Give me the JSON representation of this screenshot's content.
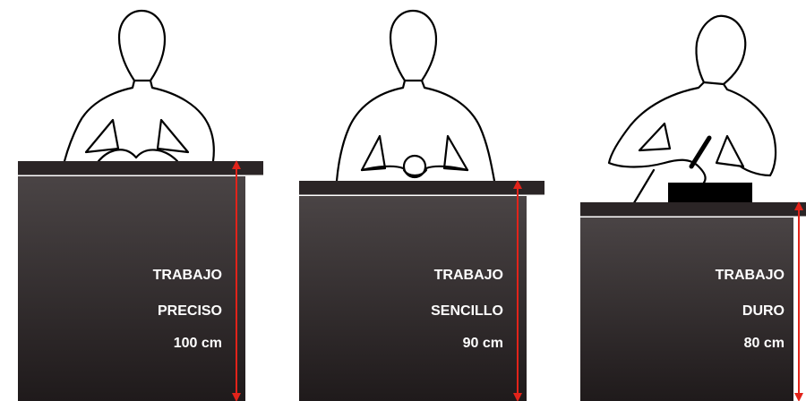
{
  "colors": {
    "desk_top": "#2b2526",
    "desk_body_from": "#4a4445",
    "desk_body_to": "#1f1a1b",
    "arrow": "#e2231a",
    "outline": "#000000",
    "text": "#ffffff"
  },
  "panels": [
    {
      "line1": "TRABAJO",
      "line2": "PRECISO",
      "height": "100 cm",
      "height_value_cm": 100,
      "pose": "hands-raised"
    },
    {
      "line1": "TRABAJO",
      "line2": "SENCILLO",
      "height": "90 cm",
      "height_value_cm": 90,
      "pose": "hands-clasped"
    },
    {
      "line1": "TRABAJO",
      "line2": "DURO",
      "height": "80 cm",
      "height_value_cm": 80,
      "pose": "working-tool"
    }
  ]
}
